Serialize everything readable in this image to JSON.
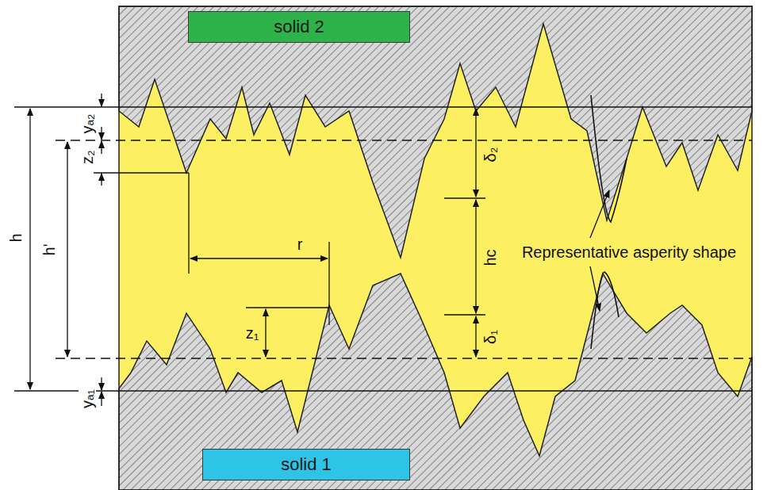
{
  "diagram": {
    "nodes": [
      {
        "text": [
          "solid 2"
        ]
      },
      {
        "text": [
          "solid 1"
        ]
      }
    ],
    "labels": [
      "h",
      "h'",
      "yₐ₂",
      "z₂",
      "yₐ₁",
      "r",
      "z₁",
      "δ₂",
      "hc",
      "δ₁",
      "Representative asperity shape"
    ]
  }
}
